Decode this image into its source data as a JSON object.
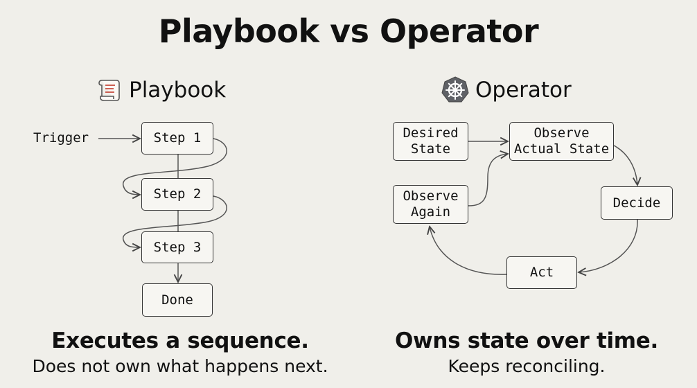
{
  "title": "Playbook vs Operator",
  "playbook": {
    "heading": "Playbook",
    "icon": "scroll-icon",
    "trigger": "Trigger",
    "steps": [
      "Step 1",
      "Step 2",
      "Step 3",
      "Done"
    ],
    "caption_main": "Executes a sequence.",
    "caption_sub": "Does not own what happens next."
  },
  "operator": {
    "heading": "Operator",
    "icon": "kubernetes-helm-icon",
    "nodes": {
      "desired_state": "Desired\nState",
      "observe_actual": "Observe\nActual State",
      "decide": "Decide",
      "act": "Act",
      "observe_again": "Observe\nAgain"
    },
    "caption_main": "Owns state over time.",
    "caption_sub": "Keeps reconciling."
  },
  "colors": {
    "background": "#f0efea",
    "stroke": "#333333",
    "k8s_badge": "#5f6166",
    "scroll_accent": "#c0392b"
  }
}
